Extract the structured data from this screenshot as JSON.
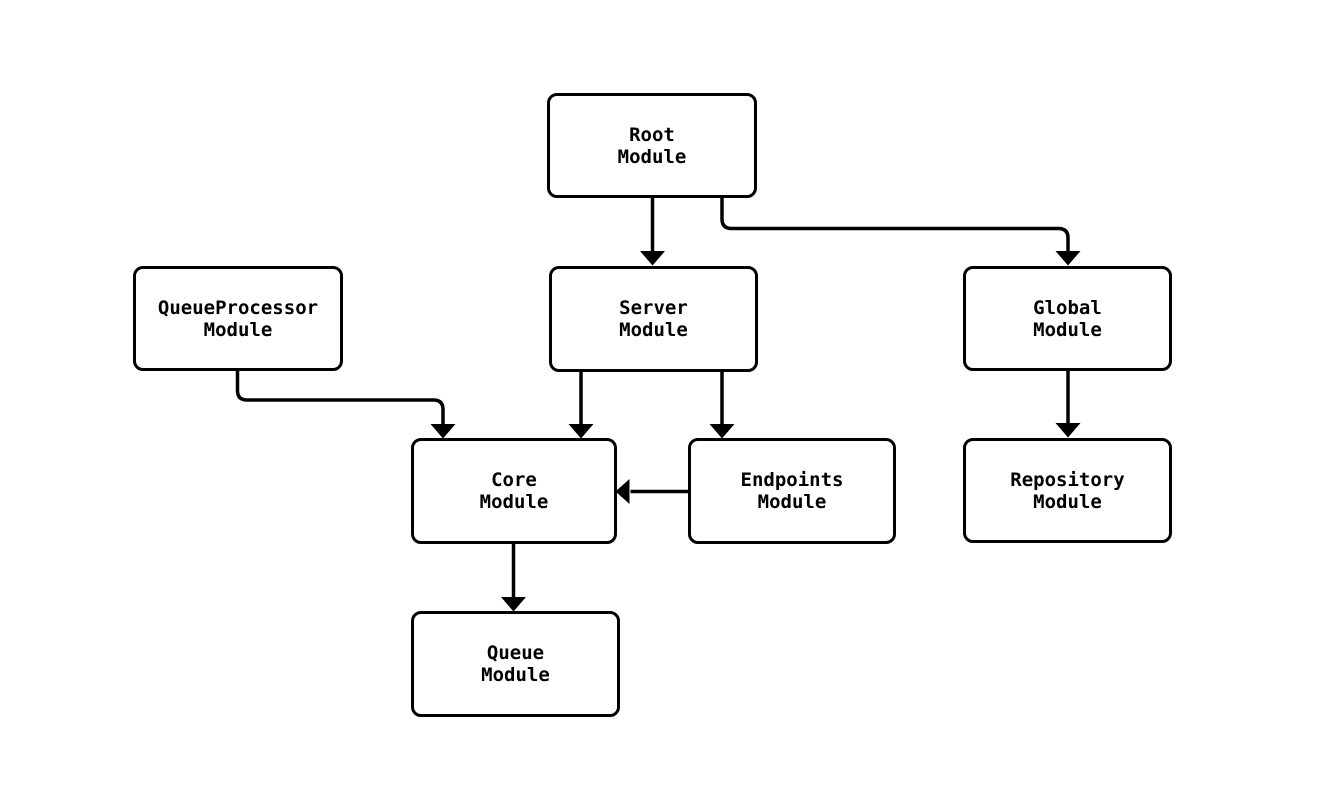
{
  "diagram": {
    "type": "flowchart",
    "background_color": "#ffffff",
    "node_fill_color": "#ffffff",
    "stroke_color": "#000000",
    "text_color": "#000000",
    "nodes": {
      "root": {
        "line1": "Root",
        "line2": "Module"
      },
      "queueprocessor": {
        "line1": "QueueProcessor",
        "line2": "Module"
      },
      "server": {
        "line1": "Server",
        "line2": "Module"
      },
      "global": {
        "line1": "Global",
        "line2": "Module"
      },
      "core": {
        "line1": "Core",
        "line2": "Module"
      },
      "endpoints": {
        "line1": "Endpoints",
        "line2": "Module"
      },
      "repository": {
        "line1": "Repository",
        "line2": "Module"
      },
      "queue": {
        "line1": "Queue",
        "line2": "Module"
      }
    },
    "edges": [
      {
        "from": "Root Module",
        "to": "Server Module"
      },
      {
        "from": "Root Module",
        "to": "Global Module"
      },
      {
        "from": "QueueProcessor Module",
        "to": "Core Module"
      },
      {
        "from": "Server Module",
        "to": "Core Module"
      },
      {
        "from": "Server Module",
        "to": "Endpoints Module"
      },
      {
        "from": "Endpoints Module",
        "to": "Core Module"
      },
      {
        "from": "Global Module",
        "to": "Repository Module"
      },
      {
        "from": "Core Module",
        "to": "Queue Module"
      }
    ]
  }
}
